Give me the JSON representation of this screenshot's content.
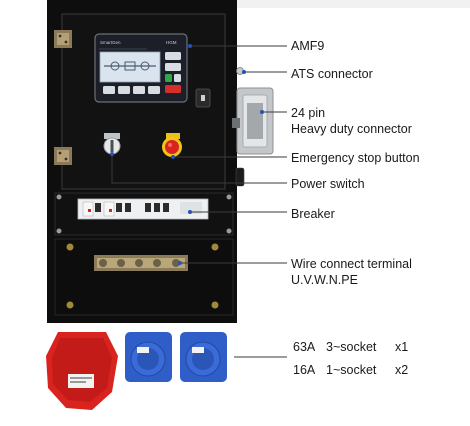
{
  "controller": {
    "brand": "SmartGen",
    "model": "HGM"
  },
  "callouts": {
    "amf9": "AMF9",
    "ats_connector": "ATS connector",
    "pin24_line1": "24 pin",
    "pin24_line2": "Heavy duty connector",
    "emergency_stop": "Emergency stop button",
    "power_switch": "Power switch",
    "breaker": "Breaker",
    "wire_terminal_line1": "Wire connect terminal",
    "wire_terminal_line2": "U.V.W.N.PE"
  },
  "sockets": {
    "row1": {
      "rating": "63A",
      "type": "3~socket",
      "qty": "x1"
    },
    "row2": {
      "rating": "16A",
      "type": "1~socket",
      "qty": "x2"
    }
  },
  "colors": {
    "panel": "#0e0e0e",
    "leader": "#e8502a",
    "controller_face": "#1c1f27",
    "lcd": "#d9e4ef",
    "red_socket": "#d8231f",
    "blue_socket": "#2f5ec9"
  },
  "icons": [
    "hinge-icon",
    "key-icon",
    "e-stop-icon",
    "gland-icon",
    "bolt-icon"
  ]
}
